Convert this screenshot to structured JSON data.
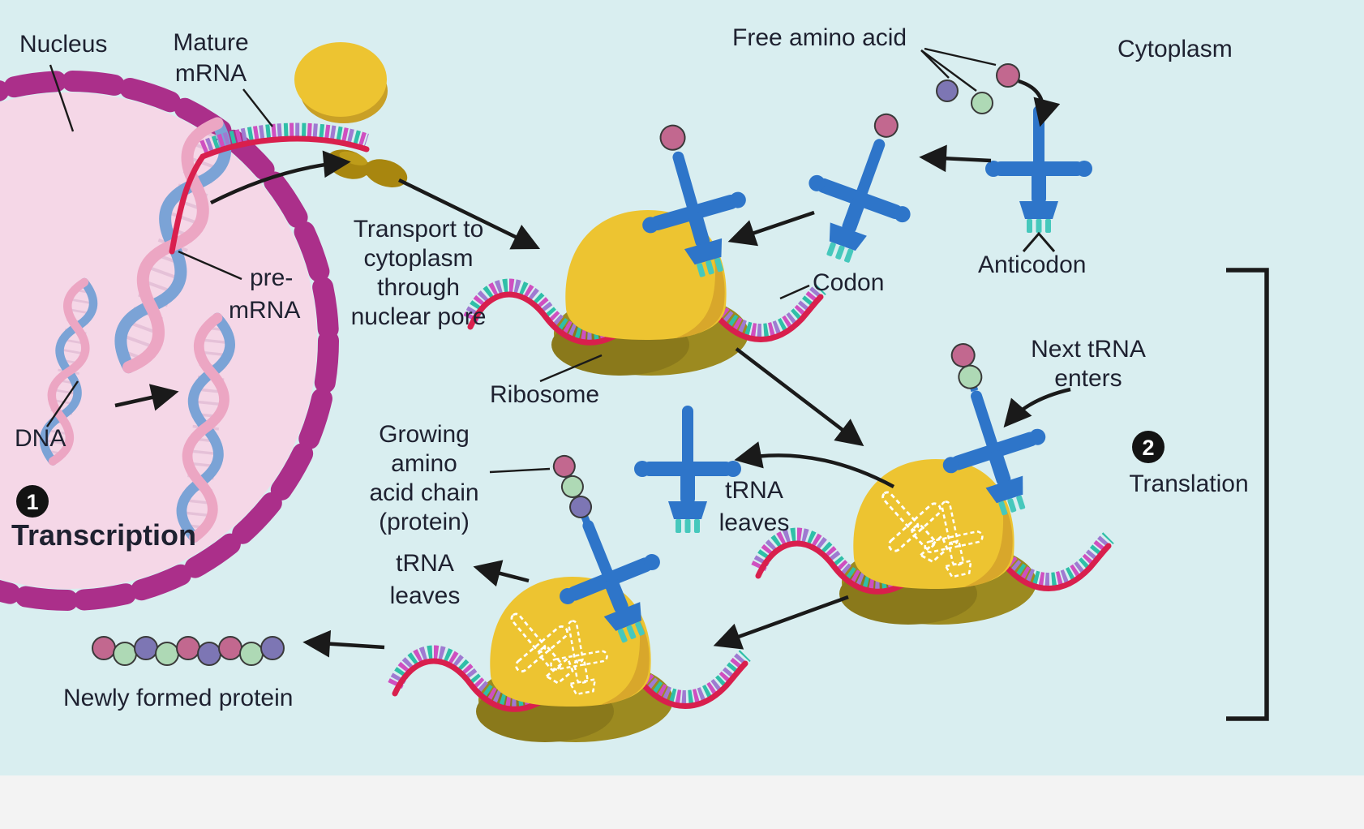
{
  "labels": {
    "nucleus": "Nucleus",
    "mature_mrna": [
      "Mature",
      "mRNA"
    ],
    "free_amino_acid": "Free amino acid",
    "cytoplasm": "Cytoplasm",
    "pre_mrna": [
      "pre-",
      "mRNA"
    ],
    "transport": [
      "Transport to",
      "cytoplasm",
      "through",
      "nuclear pore"
    ],
    "anticodon": "Anticodon",
    "codon": "Codon",
    "ribosome": "Ribosome",
    "next_trna": [
      "Next tRNA",
      "enters"
    ],
    "dna": "DNA",
    "step1": {
      "number": "1",
      "title": "Transcription"
    },
    "growing_chain": [
      "Growing",
      "amino",
      "acid chain",
      "(protein)"
    ],
    "trna_leaves_left": [
      "tRNA",
      "leaves"
    ],
    "trna_leaves_right": [
      "tRNA",
      "leaves"
    ],
    "step2": {
      "number": "2",
      "title": "Translation"
    },
    "newly_formed_protein": "Newly formed protein"
  },
  "colors": {
    "background": "#d9eef0",
    "nucleus_fill": "#f5d7e7",
    "nuclear_envelope": "#ab2f8a",
    "dna_strand_blue": "#7ba3d6",
    "dna_strand_pink": "#eca6c3",
    "mrna_backbone": "#d91f4d",
    "mrna_teeth_magenta": "#cf4fc0",
    "mrna_teeth_teal": "#2fbfa8",
    "mrna_teeth_purple": "#9f7ad1",
    "ribosome_large_subunit": "#edc431",
    "ribosome_small_subunit": "#9c8a20",
    "nuclear_pore": "#a8860f",
    "trna_blue": "#2e75c9",
    "anticodon_teal": "#46c8bc",
    "amino_acid_pink": "#c2688f",
    "amino_acid_purple": "#7d76b4",
    "amino_acid_green": "#aed9b5",
    "text": "#1e2130",
    "arrow": "#1a1a1a"
  }
}
